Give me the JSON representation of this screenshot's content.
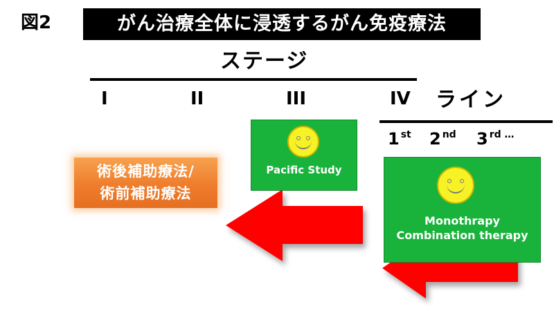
{
  "figure_label": "図2",
  "title": "がん治療全体に浸透するがん免疫療法",
  "stage": {
    "heading": "ステージ",
    "numerals": [
      "I",
      "II",
      "III",
      "IV"
    ]
  },
  "line": {
    "heading": "ライン",
    "items": [
      {
        "num": "1",
        "suffix": "st"
      },
      {
        "num": "2",
        "suffix": "nd"
      },
      {
        "num": "3",
        "suffix": "rd …"
      }
    ]
  },
  "boxes": {
    "pacific": {
      "label": "Pacific Study"
    },
    "monotherapy": {
      "line1": "Monothrapy",
      "line2": "Combination therapy"
    },
    "adjuvant": {
      "line1": "術後補助療法/",
      "line2": "術前補助療法"
    }
  },
  "colors": {
    "title_bg": "#000000",
    "box_green": "#19b33b",
    "arrow_red": "#ff0000",
    "orange": "#ee7d2d",
    "smiley_yellow": "#f6f226"
  }
}
